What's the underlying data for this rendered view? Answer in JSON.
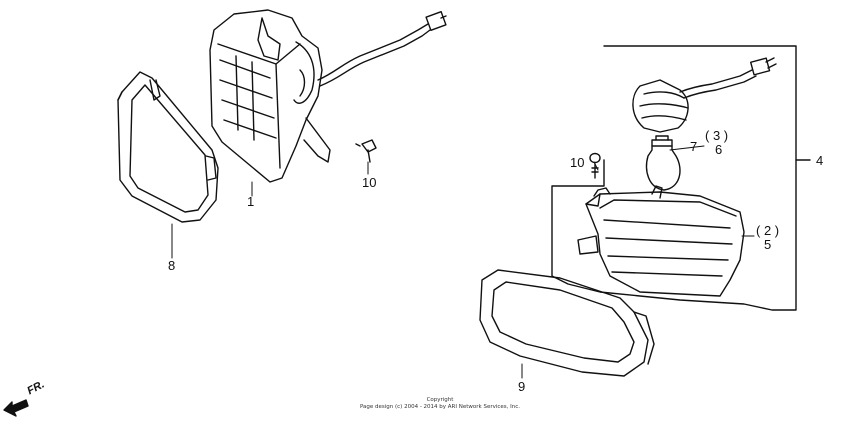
{
  "diagram": {
    "callouts": {
      "c1": "1",
      "c2_paren": "( 2 )",
      "c3_paren": "( 3 )",
      "c4": "4",
      "c5": "5",
      "c6": "6",
      "c7": "7",
      "c8": "8",
      "c9": "9",
      "c10_left": "10",
      "c10_right": "10"
    },
    "direction_marker": "FR.",
    "copyright_line1": "Copyright",
    "copyright_line2": "Page design (c) 2004 - 2014 by ARI Network Services, Inc."
  },
  "colors": {
    "line": "#111111",
    "background": "#ffffff"
  }
}
